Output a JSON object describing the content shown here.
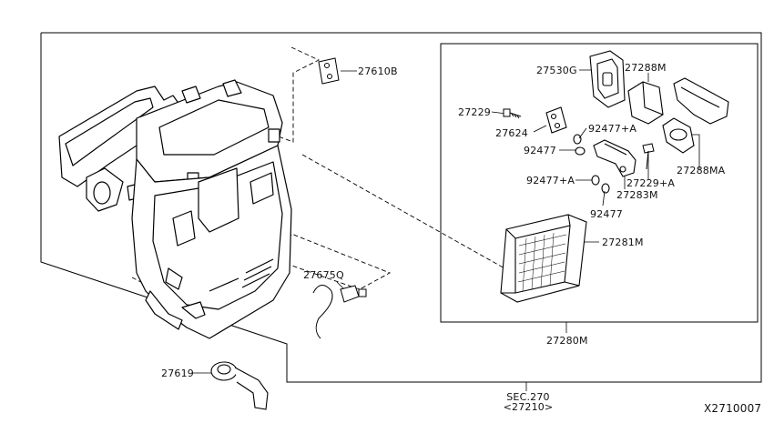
{
  "diagram_id": "X2710007",
  "parts": {
    "p27610B": "27610B",
    "p27530G": "27530G",
    "p27288M": "27288M",
    "p27229": "27229",
    "p92477A_1": "92477+A",
    "p27624": "27624",
    "p92477_1": "92477",
    "p27288MA": "27288MA",
    "p27229A": "27229+A",
    "p92477A_2": "92477+A",
    "p27283M": "27283M",
    "p92477_2": "92477",
    "p27281M": "27281M",
    "p27675Q": "27675Q",
    "p27280M": "27280M",
    "p27619": "27619"
  },
  "section_ref": {
    "line1": "SEC.270",
    "line2": "<27210>"
  }
}
